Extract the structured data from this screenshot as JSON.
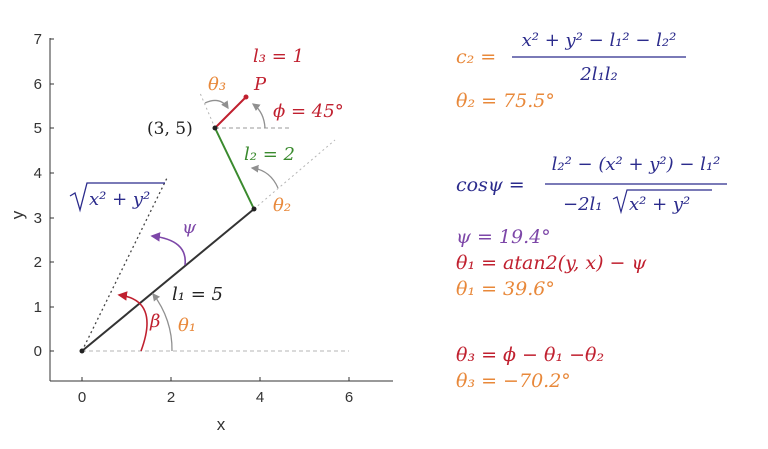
{
  "plot": {
    "xlabel": "x",
    "ylabel": "y",
    "x_ticks": [
      "0",
      "2",
      "4",
      "6"
    ],
    "y_ticks": [
      "0",
      "1",
      "2",
      "3",
      "4",
      "5",
      "6",
      "7"
    ]
  },
  "labels": {
    "l3": "l₃ = 1",
    "p": "P",
    "theta3": "θ₃",
    "phi": "ϕ = 45°",
    "point": "(3, 5)",
    "l2": "l₂ = 2",
    "theta2": "θ₂",
    "sqrt_arg": "x² + y²",
    "psi": "ψ",
    "l1": "l₁ = 5",
    "beta": "β",
    "theta1": "θ₁"
  },
  "equations": {
    "c2_lhs": "c₂ =",
    "c2_num": "x² + y² − l₁² − l₂²",
    "c2_den": "2l₁l₂",
    "theta2_val": "θ₂ = 75.5°",
    "cospsi_lhs": "cosψ =",
    "cospsi_num": "l₂² − (x² + y²) − l₁²",
    "cospsi_den_pre": "−2l₁",
    "cospsi_den_rad": "x² + y²",
    "psi_val": "ψ = 19.4°",
    "theta1_eq": "θ₁ = atan2(y, x) − ψ",
    "theta1_val": "θ₁ = 39.6°",
    "theta3_eq": "θ₃ = ϕ − θ₁ −θ₂",
    "theta3_val": "θ₃ = −70.2°"
  },
  "colors": {
    "link1": "#333333",
    "link2": "#3a8a2e",
    "link3": "#c0202f",
    "orange": "#e8883a",
    "purple": "#7d47a8",
    "navy": "#2b2b8c",
    "red": "#c0202f",
    "gray": "#909090"
  }
}
